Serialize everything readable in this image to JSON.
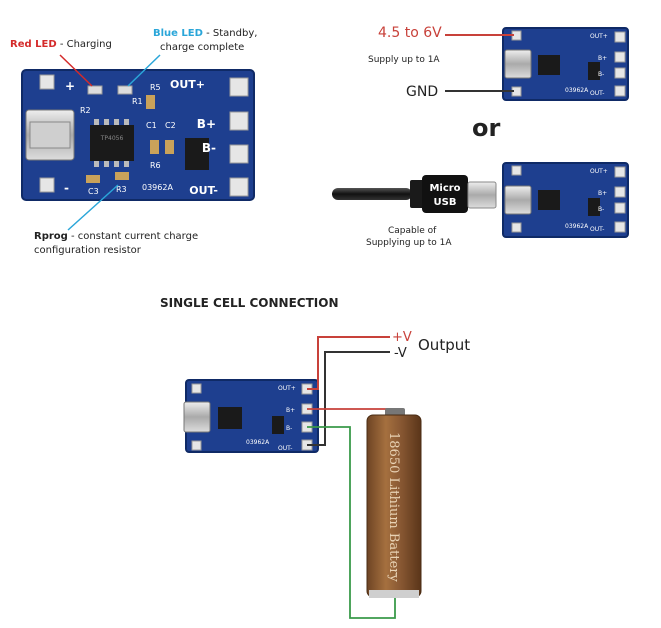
{
  "top_left": {
    "red_led_label": "Red LED",
    "red_led_desc": " - Charging",
    "blue_led_label": "Blue LED",
    "blue_led_desc": " - Standby,",
    "blue_led_desc2": "charge complete",
    "rprog_label": "Rprog",
    "rprog_desc": " - constant current charge",
    "rprog_desc2": "configuration resistor"
  },
  "top_right": {
    "voltage": "4.5 to 6V",
    "supply": "Supply up to 1A",
    "gnd": "GND",
    "or": "or",
    "usb_line1": "Micro",
    "usb_line2": "USB",
    "capable1": "Capable of",
    "capable2": "Supplying up to 1A"
  },
  "board_silk": {
    "out_plus": "OUT+",
    "out_minus": "OUT-",
    "b_plus": "B+",
    "b_minus": "B-",
    "plus": "+",
    "minus": "-",
    "r1": "R1",
    "r2": "R2",
    "r3": "R3",
    "r5": "R5",
    "r6": "R6",
    "c1": "C1",
    "c2": "C2",
    "c3": "C3",
    "chip": "03962A",
    "ic": "TP4056"
  },
  "bottom": {
    "title": "SINGLE CELL CONNECTION",
    "plus_v": "+V",
    "minus_v": "-V",
    "output": "Output",
    "battery": "18650 Lithium Battery"
  },
  "colors": {
    "board": "#1e3f8f",
    "wire_red": "#c8413a",
    "wire_black": "#333333",
    "wire_green": "#3a9a4a",
    "battery": "#8b5a34"
  }
}
